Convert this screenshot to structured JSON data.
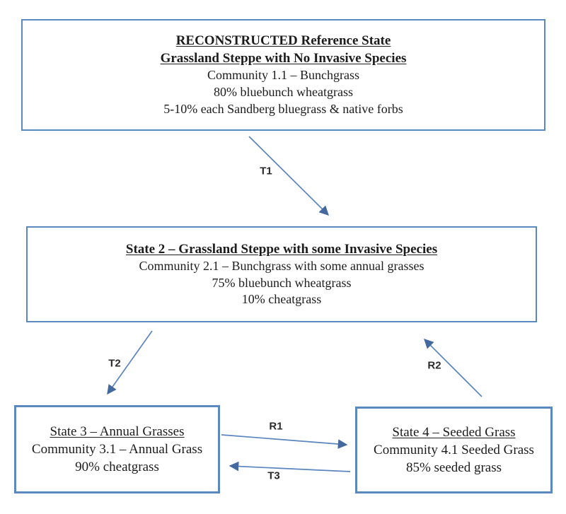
{
  "colors": {
    "box_border": "#5b89bf",
    "arrow": "#5b85bd",
    "arrowhead": "#44699e",
    "text": "#1c1c1c",
    "label_text": "#2b2b2b",
    "background": "#ffffff"
  },
  "boxes": {
    "reference": {
      "heading1": "RECONSTRUCTED Reference State",
      "heading2": "Grassland Steppe with No Invasive Species",
      "lines": [
        "Community 1.1 – Bunchgrass",
        "80% bluebunch wheatgrass",
        "5-10% each Sandberg bluegrass & native forbs"
      ]
    },
    "state2": {
      "heading": "State 2 – Grassland Steppe with some Invasive Species",
      "lines": [
        "Community 2.1 – Bunchgrass with some annual grasses",
        "75% bluebunch wheatgrass",
        "10% cheatgrass"
      ]
    },
    "state3": {
      "heading": "State 3 – Annual Grasses",
      "lines": [
        "Community 3.1 – Annual Grass",
        "90% cheatgrass"
      ]
    },
    "state4": {
      "heading": "State 4 – Seeded Grass",
      "lines": [
        "Community 4.1 Seeded Grass",
        "85% seeded grass"
      ]
    }
  },
  "transitions": {
    "t1": {
      "label": "T1"
    },
    "t2": {
      "label": "T2"
    },
    "t3": {
      "label": "T3"
    },
    "r1": {
      "label": "R1"
    },
    "r2": {
      "label": "R2"
    }
  }
}
